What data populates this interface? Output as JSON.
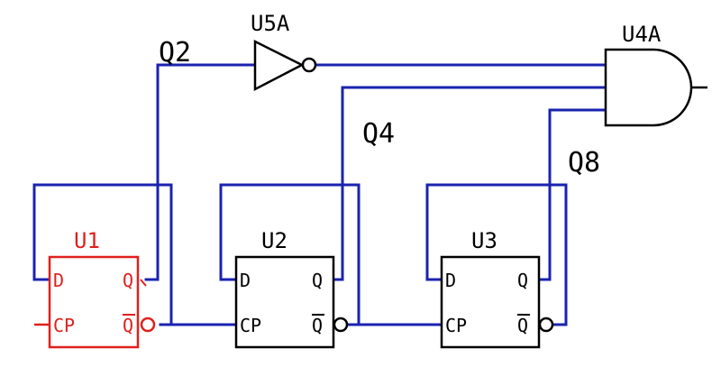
{
  "diagram": {
    "components": {
      "u1": {
        "ref": "U1",
        "pin_d": "D",
        "pin_q": "Q",
        "pin_cp": "CP",
        "pin_qbar": "Q"
      },
      "u2": {
        "ref": "U2",
        "pin_d": "D",
        "pin_q": "Q",
        "pin_cp": "CP",
        "pin_qbar": "Q"
      },
      "u3": {
        "ref": "U3",
        "pin_d": "D",
        "pin_q": "Q",
        "pin_cp": "CP",
        "pin_qbar": "Q"
      },
      "u4a": {
        "ref": "U4A"
      },
      "u5a": {
        "ref": "U5A"
      }
    },
    "nets": {
      "q2": "Q2",
      "q4": "Q4",
      "q8": "Q8"
    },
    "colors": {
      "wire": "#1a23b0",
      "highlight": "#e0201c",
      "component": "#000000"
    }
  }
}
